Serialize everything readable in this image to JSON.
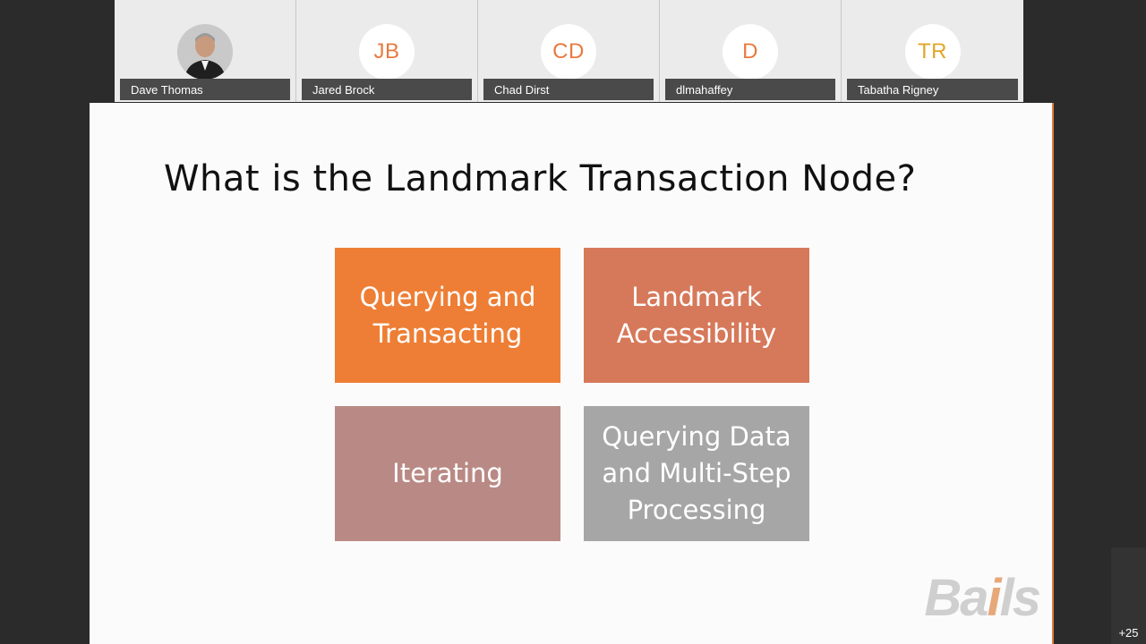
{
  "participants": [
    {
      "name": "Dave Thomas",
      "initials": "",
      "has_photo": true
    },
    {
      "name": "Jared Brock",
      "initials": "JB",
      "color": "#e87a3e"
    },
    {
      "name": "Chad Dirst",
      "initials": "CD",
      "color": "#e87a3e"
    },
    {
      "name": "dlmahaffey",
      "initials": "D",
      "color": "#e87a3e"
    },
    {
      "name": "Tabatha Rigney",
      "initials": "TR",
      "color": "#e3a52b"
    }
  ],
  "slide": {
    "title": "What is the Landmark Transaction Node?",
    "boxes": [
      {
        "text": "Querying and Transacting",
        "color": "#ee7e35"
      },
      {
        "text": "Landmark Accessibility",
        "color": "#d6795a"
      },
      {
        "text": "Iterating",
        "color": "#b98a85"
      },
      {
        "text": "Querying Data and Multi-Step Processing",
        "color": "#a6a6a6"
      }
    ],
    "watermark": "Bails"
  },
  "more_participants": "+25"
}
